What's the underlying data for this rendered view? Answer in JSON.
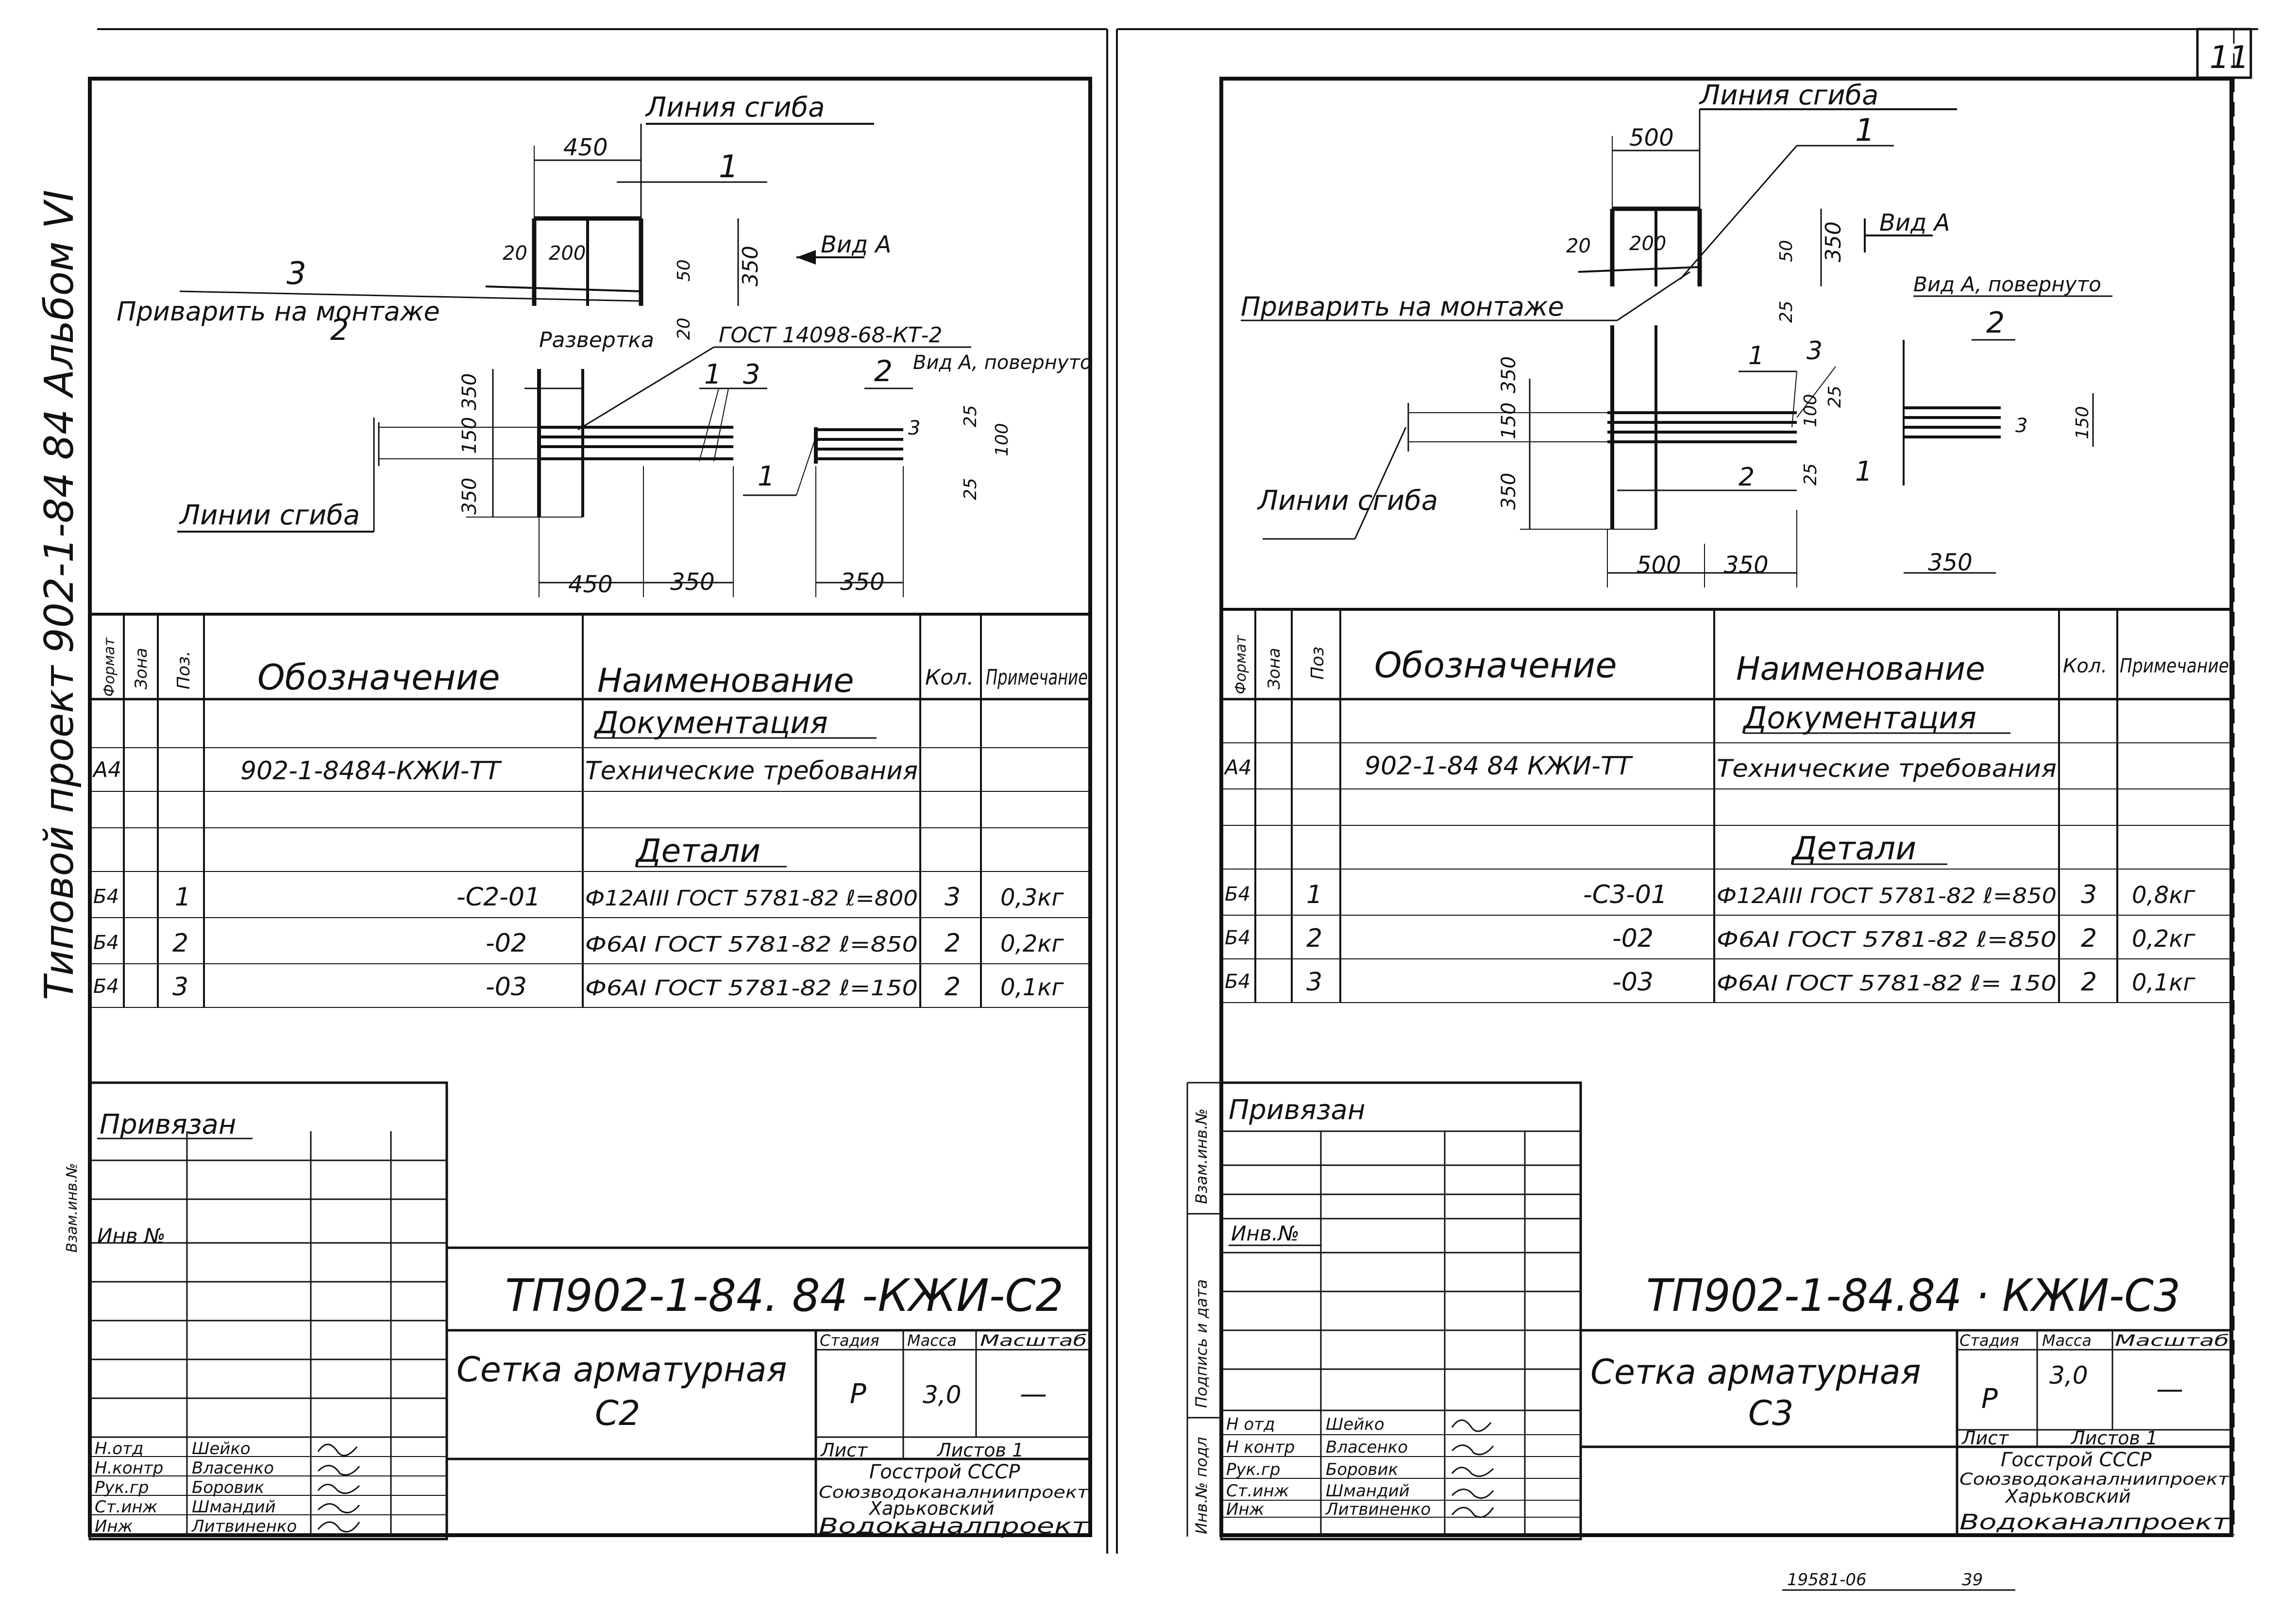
{
  "page_number": "11",
  "side_text": "Типовой проект 902-1-84 84   Альбом VI",
  "left_side_labels": [
    "Взам.инв.№"
  ],
  "right_side_labels": [
    "Взам.инв.№",
    "Подпись и дата",
    "Инв.№ подл"
  ],
  "bottom_number": "19581-06",
  "bottom_number2": "39",
  "sheets": [
    {
      "drawing": {
        "bend_line": "Линия сгиба",
        "bend_lines": "Линии сгиба",
        "weld_note": "Приварить на монтаже",
        "view_a": "Вид А",
        "view_a_rotated": "Вид А, повернуто",
        "unfold": "Развертка",
        "gost_weld": "ГОСТ 14098-68-КТ-2",
        "dims": [
          "450",
          "20",
          "200",
          "50",
          "350",
          "20",
          "350",
          "150",
          "350",
          "25",
          "100",
          "25",
          "450",
          "350",
          "350"
        ],
        "pos": [
          "1",
          "2",
          "3",
          "1",
          "3",
          "2",
          "3",
          "1"
        ]
      },
      "spec": {
        "headers": [
          "Формат",
          "Зона",
          "Поз.",
          "Обозначение",
          "Наименование",
          "Кол.",
          "Примечание"
        ],
        "section_docs": "Документация",
        "section_parts": "Детали",
        "rows": [
          {
            "fmt": "А4",
            "zone": "",
            "pos": "",
            "designation": "902-1-8484-КЖИ-ТТ",
            "name": "Технические требования",
            "qty": "",
            "note": ""
          },
          {
            "fmt": "Б4",
            "zone": "",
            "pos": "1",
            "designation": "-С2-01",
            "name": "Ф12АIII ГОСТ 5781-82 ℓ=800",
            "qty": "3",
            "note": "0,3кг"
          },
          {
            "fmt": "Б4",
            "zone": "",
            "pos": "2",
            "designation": "-02",
            "name": "Ф6АI ГОСТ 5781-82 ℓ=850",
            "qty": "2",
            "note": "0,2кг"
          },
          {
            "fmt": "Б4",
            "zone": "",
            "pos": "3",
            "designation": "-03",
            "name": "Ф6АI ГОСТ 5781-82 ℓ=150",
            "qty": "2",
            "note": "0,1кг"
          }
        ]
      },
      "stamp": {
        "linked": "Привязан",
        "inv": "Инв №",
        "code": "ТП902-1-84. 84 -КЖИ-С2",
        "title_line1": "Сетка арматурная",
        "title_line2": "С2",
        "stage_h": "Стадия",
        "mass_h": "Масса",
        "scale_h": "Масштаб",
        "stage": "Р",
        "mass": "3,0",
        "scale": "—",
        "sheet_h": "Лист",
        "sheets_h": "Листов 1",
        "org": [
          "Госстрой СССР",
          "Союзводоканалниипроект",
          "Харьковский",
          "Водоканалпроект"
        ],
        "roles": [
          "Н.отд",
          "Н.контр",
          "Рук.гр",
          "Ст.инж",
          "Инж"
        ],
        "names": [
          "Шейко",
          "Власенко",
          "Боровик",
          "Шмандий",
          "Литвиненко"
        ]
      }
    },
    {
      "drawing": {
        "bend_line": "Линия сгиба",
        "bend_lines": "Линии сгиба",
        "weld_note": "Приварить на монтаже",
        "view_a": "Вид А",
        "view_a_rotated": "Вид А, повернуто",
        "dims": [
          "500",
          "20",
          "200",
          "50",
          "350",
          "25",
          "350",
          "150",
          "350",
          "100",
          "25",
          "25",
          "500",
          "350",
          "350",
          "150"
        ],
        "pos": [
          "1",
          "1",
          "3",
          "2",
          "2",
          "3",
          "1"
        ]
      },
      "spec": {
        "headers": [
          "Формат",
          "Зона",
          "Поз",
          "Обозначение",
          "Наименование",
          "Кол.",
          "Примечание"
        ],
        "section_docs": "Документация",
        "section_parts": "Детали",
        "rows": [
          {
            "fmt": "А4",
            "zone": "",
            "pos": "",
            "designation": "902-1-84 84 КЖИ-ТТ",
            "name": "Технические требования",
            "qty": "",
            "note": ""
          },
          {
            "fmt": "Б4",
            "zone": "",
            "pos": "1",
            "designation": "-С3-01",
            "name": "Ф12АIII ГОСТ 5781-82 ℓ=850",
            "qty": "3",
            "note": "0,8кг"
          },
          {
            "fmt": "Б4",
            "zone": "",
            "pos": "2",
            "designation": "-02",
            "name": "Ф6АI ГОСТ 5781-82 ℓ=850",
            "qty": "2",
            "note": "0,2кг"
          },
          {
            "fmt": "Б4",
            "zone": "",
            "pos": "3",
            "designation": "-03",
            "name": "Ф6АI ГОСТ 5781-82 ℓ= 150",
            "qty": "2",
            "note": "0,1кг"
          }
        ]
      },
      "stamp": {
        "linked": "Привязан",
        "inv": "Инв.№",
        "code": "ТП902-1-84.84 · КЖИ-С3",
        "title_line1": "Сетка арматурная",
        "title_line2": "С3",
        "stage_h": "Стадия",
        "mass_h": "Масса",
        "scale_h": "Масштаб",
        "stage": "Р",
        "mass": "3,0",
        "scale": "—",
        "sheet_h": "Лист",
        "sheets_h": "Листов 1",
        "org": [
          "Госстрой СССР",
          "Союзводоканалниипроект",
          "Харьковский",
          "Водоканалпроект"
        ],
        "roles": [
          "Н отд",
          "Н контр",
          "Рук.гр",
          "Ст.инж",
          "Инж"
        ],
        "names": [
          "Шейко",
          "Власенко",
          "Боровик",
          "Шмандий",
          "Литвиненко"
        ]
      }
    }
  ]
}
